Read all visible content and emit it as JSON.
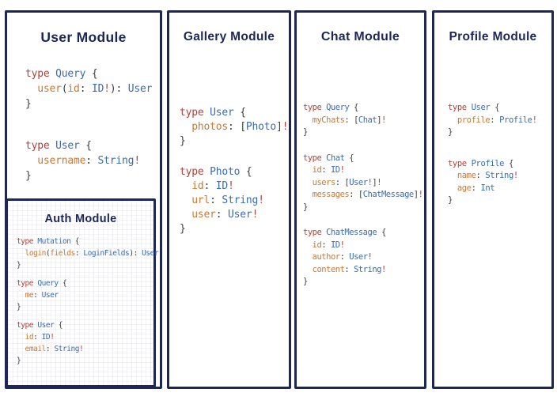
{
  "theme": {
    "navy": "#1e2657",
    "red": "#b0423b",
    "blue": "#3a6cb0",
    "orange": "#c87a35",
    "punct": "#3f3f3f",
    "bg": "#ffffff"
  },
  "panels": {
    "user": {
      "title": "User Module",
      "blocks": [
        [
          [
            [
              "kw",
              "type "
            ],
            [
              "tn",
              "Query "
            ],
            [
              "pu",
              "{"
            ]
          ],
          [
            [
              "pu",
              "  "
            ],
            [
              "fd",
              "user"
            ],
            [
              "pu",
              "("
            ],
            [
              "fd",
              "id"
            ],
            [
              "pu",
              ": "
            ],
            [
              "tn",
              "ID"
            ],
            [
              "bg",
              "!"
            ],
            [
              "pu",
              "): "
            ],
            [
              "tn",
              "User"
            ]
          ],
          [
            [
              "pu",
              "}"
            ]
          ]
        ],
        [
          [
            [
              "kw",
              "type "
            ],
            [
              "tn",
              "User "
            ],
            [
              "pu",
              "{"
            ]
          ],
          [
            [
              "pu",
              "  "
            ],
            [
              "fd",
              "username"
            ],
            [
              "pu",
              ": "
            ],
            [
              "tn",
              "String"
            ],
            [
              "bg",
              "!"
            ]
          ],
          [
            [
              "pu",
              "}"
            ]
          ]
        ]
      ]
    },
    "auth": {
      "title": "Auth Module",
      "blocks": [
        [
          [
            [
              "kw",
              "type "
            ],
            [
              "tn",
              "Mutation "
            ],
            [
              "pu",
              "{"
            ]
          ],
          [
            [
              "pu",
              "  "
            ],
            [
              "fd",
              "login"
            ],
            [
              "pu",
              "("
            ],
            [
              "fd",
              "fields"
            ],
            [
              "pu",
              ": "
            ],
            [
              "tn",
              "LoginFields"
            ],
            [
              "pu",
              "): "
            ],
            [
              "tn",
              "User"
            ]
          ],
          [
            [
              "pu",
              "}"
            ]
          ]
        ],
        [
          [
            [
              "kw",
              "type "
            ],
            [
              "tn",
              "Query "
            ],
            [
              "pu",
              "{"
            ]
          ],
          [
            [
              "pu",
              "  "
            ],
            [
              "fd",
              "me"
            ],
            [
              "pu",
              ": "
            ],
            [
              "tn",
              "User"
            ]
          ],
          [
            [
              "pu",
              "}"
            ]
          ]
        ],
        [
          [
            [
              "kw",
              "type "
            ],
            [
              "tn",
              "User "
            ],
            [
              "pu",
              "{"
            ]
          ],
          [
            [
              "pu",
              "  "
            ],
            [
              "fd",
              "id"
            ],
            [
              "pu",
              ": "
            ],
            [
              "tn",
              "ID"
            ],
            [
              "bg",
              "!"
            ]
          ],
          [
            [
              "pu",
              "  "
            ],
            [
              "fd",
              "email"
            ],
            [
              "pu",
              ": "
            ],
            [
              "tn",
              "String"
            ],
            [
              "bg",
              "!"
            ]
          ],
          [
            [
              "pu",
              "}"
            ]
          ]
        ]
      ]
    },
    "gallery": {
      "title": "Gallery Module",
      "blocks": [
        [
          [
            [
              "kw",
              "type "
            ],
            [
              "tn",
              "User "
            ],
            [
              "pu",
              "{"
            ]
          ],
          [
            [
              "pu",
              "  "
            ],
            [
              "fd",
              "photos"
            ],
            [
              "pu",
              ": ["
            ],
            [
              "tn",
              "Photo"
            ],
            [
              "pu",
              "]"
            ],
            [
              "bg",
              "!"
            ]
          ],
          [
            [
              "pu",
              "}"
            ]
          ]
        ],
        [
          [
            [
              "kw",
              "type "
            ],
            [
              "tn",
              "Photo "
            ],
            [
              "pu",
              "{"
            ]
          ],
          [
            [
              "pu",
              "  "
            ],
            [
              "fd",
              "id"
            ],
            [
              "pu",
              ": "
            ],
            [
              "tn",
              "ID"
            ],
            [
              "bg",
              "!"
            ]
          ],
          [
            [
              "pu",
              "  "
            ],
            [
              "fd",
              "url"
            ],
            [
              "pu",
              ": "
            ],
            [
              "tn",
              "String"
            ],
            [
              "bg",
              "!"
            ]
          ],
          [
            [
              "pu",
              "  "
            ],
            [
              "fd",
              "user"
            ],
            [
              "pu",
              ": "
            ],
            [
              "tn",
              "User"
            ],
            [
              "bg",
              "!"
            ]
          ],
          [
            [
              "pu",
              "}"
            ]
          ]
        ]
      ]
    },
    "chat": {
      "title": "Chat Module",
      "blocks": [
        [
          [
            [
              "kw",
              "type "
            ],
            [
              "tn",
              "Query "
            ],
            [
              "pu",
              "{"
            ]
          ],
          [
            [
              "pu",
              "  "
            ],
            [
              "fd",
              "myChats"
            ],
            [
              "pu",
              ": ["
            ],
            [
              "tn",
              "Chat"
            ],
            [
              "pu",
              "]"
            ],
            [
              "bg",
              "!"
            ]
          ],
          [
            [
              "pu",
              "}"
            ]
          ]
        ],
        [
          [
            [
              "kw",
              "type "
            ],
            [
              "tn",
              "Chat "
            ],
            [
              "pu",
              "{"
            ]
          ],
          [
            [
              "pu",
              "  "
            ],
            [
              "fd",
              "id"
            ],
            [
              "pu",
              ": "
            ],
            [
              "tn",
              "ID"
            ],
            [
              "bg",
              "!"
            ]
          ],
          [
            [
              "pu",
              "  "
            ],
            [
              "fd",
              "users"
            ],
            [
              "pu",
              ": ["
            ],
            [
              "tn",
              "User"
            ],
            [
              "bg",
              "!"
            ],
            [
              "pu",
              "]"
            ],
            [
              "bg",
              "!"
            ]
          ],
          [
            [
              "pu",
              "  "
            ],
            [
              "fd",
              "messages"
            ],
            [
              "pu",
              ": ["
            ],
            [
              "tn",
              "ChatMessage"
            ],
            [
              "pu",
              "]"
            ],
            [
              "bg",
              "!"
            ]
          ],
          [
            [
              "pu",
              "}"
            ]
          ]
        ],
        [
          [
            [
              "kw",
              "type "
            ],
            [
              "tn",
              "ChatMessage "
            ],
            [
              "pu",
              "{"
            ]
          ],
          [
            [
              "pu",
              "  "
            ],
            [
              "fd",
              "id"
            ],
            [
              "pu",
              ": "
            ],
            [
              "tn",
              "ID"
            ],
            [
              "bg",
              "!"
            ]
          ],
          [
            [
              "pu",
              "  "
            ],
            [
              "fd",
              "author"
            ],
            [
              "pu",
              ": "
            ],
            [
              "tn",
              "User"
            ],
            [
              "bg",
              "!"
            ]
          ],
          [
            [
              "pu",
              "  "
            ],
            [
              "fd",
              "content"
            ],
            [
              "pu",
              ": "
            ],
            [
              "tn",
              "String"
            ],
            [
              "bg",
              "!"
            ]
          ],
          [
            [
              "pu",
              "}"
            ]
          ]
        ]
      ]
    },
    "profile": {
      "title": "Profile Module",
      "blocks": [
        [
          [
            [
              "kw",
              "type "
            ],
            [
              "tn",
              "User "
            ],
            [
              "pu",
              "{"
            ]
          ],
          [
            [
              "pu",
              "  "
            ],
            [
              "fd",
              "profile"
            ],
            [
              "pu",
              ": "
            ],
            [
              "tn",
              "Profile"
            ],
            [
              "bg",
              "!"
            ]
          ],
          [
            [
              "pu",
              "}"
            ]
          ]
        ],
        [
          [
            [
              "kw",
              "type "
            ],
            [
              "tn",
              "Profile "
            ],
            [
              "pu",
              "{"
            ]
          ],
          [
            [
              "pu",
              "  "
            ],
            [
              "fd",
              "name"
            ],
            [
              "pu",
              ": "
            ],
            [
              "tn",
              "String"
            ],
            [
              "bg",
              "!"
            ]
          ],
          [
            [
              "pu",
              "  "
            ],
            [
              "fd",
              "age"
            ],
            [
              "pu",
              ": "
            ],
            [
              "tn",
              "Int"
            ]
          ],
          [
            [
              "pu",
              "}"
            ]
          ]
        ]
      ]
    }
  }
}
